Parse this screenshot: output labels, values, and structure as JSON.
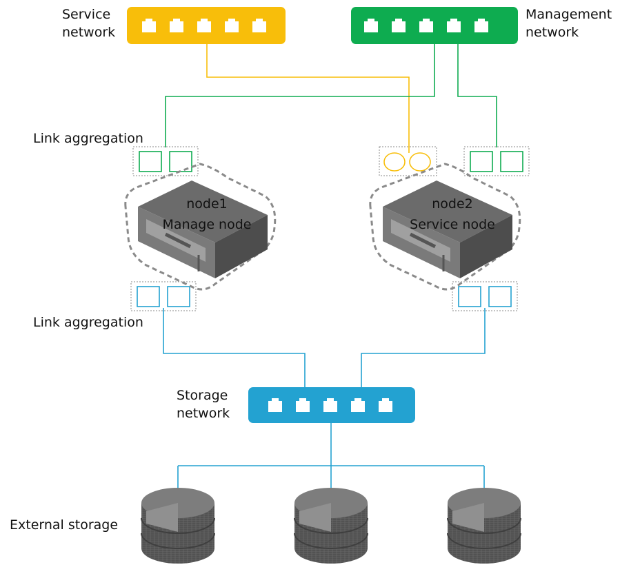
{
  "colors": {
    "service": "#F8BE0A",
    "management": "#0EAC50",
    "storage": "#23A2D1",
    "node_body": "#6B6B6B",
    "node_outline": "#8A8A8A"
  },
  "switches": {
    "service": {
      "label_line1": "Service",
      "label_line2": "network"
    },
    "management": {
      "label_line1": "Management",
      "label_line2": "network"
    },
    "storage": {
      "label_line1": "Storage",
      "label_line2": "network"
    }
  },
  "labels": {
    "link_aggregation_top": "Link aggregation",
    "link_aggregation_bottom": "Link aggregation",
    "external_storage": "External storage"
  },
  "nodes": [
    {
      "name": "node1",
      "role": "Manage node"
    },
    {
      "name": "node2",
      "role": "Service node"
    }
  ],
  "icons": {
    "switch_port": "ethernet-port-icon",
    "server": "server-icon",
    "disk": "storage-disk-icon"
  }
}
